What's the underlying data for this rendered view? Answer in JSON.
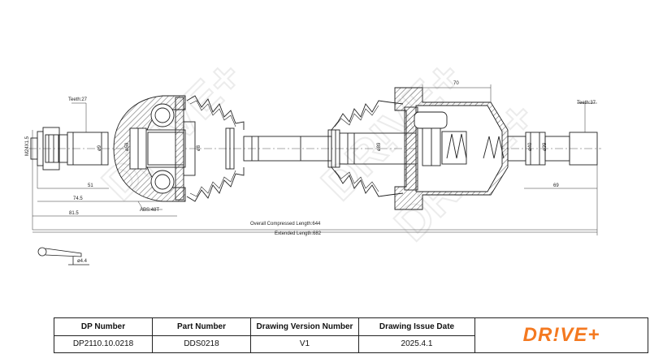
{
  "watermark": "DR!VE+",
  "dimensions": {
    "teeth_left": "Teeth:27",
    "teeth_right": "Teeth:37",
    "thread": "M24X1.5",
    "abs": "ABS:48T",
    "d_left_1": "ø9",
    "d_left_2": "ø59",
    "d_left_3": "ø8",
    "d_mid": "ø89",
    "d_right_1": "ø40",
    "d_right_2": "ø39",
    "len_51": "51",
    "len_74_5": "74.5",
    "len_81_5": "81.5",
    "len_70": "70",
    "len_69": "69",
    "overall_compressed": "Overall Compressed Length:644",
    "extended": "Extended Length:682",
    "pin_dia": "ø4.4"
  },
  "title_block": {
    "dp_number_label": "DP Number",
    "dp_number_value": "DP2110.10.0218",
    "part_number_label": "Part Number",
    "part_number_value": "DDS0218",
    "version_label": "Drawing Version Number",
    "version_value": "V1",
    "date_label": "Drawing Issue Date",
    "date_value": "2025.4.1",
    "logo": "DR!VE+"
  }
}
